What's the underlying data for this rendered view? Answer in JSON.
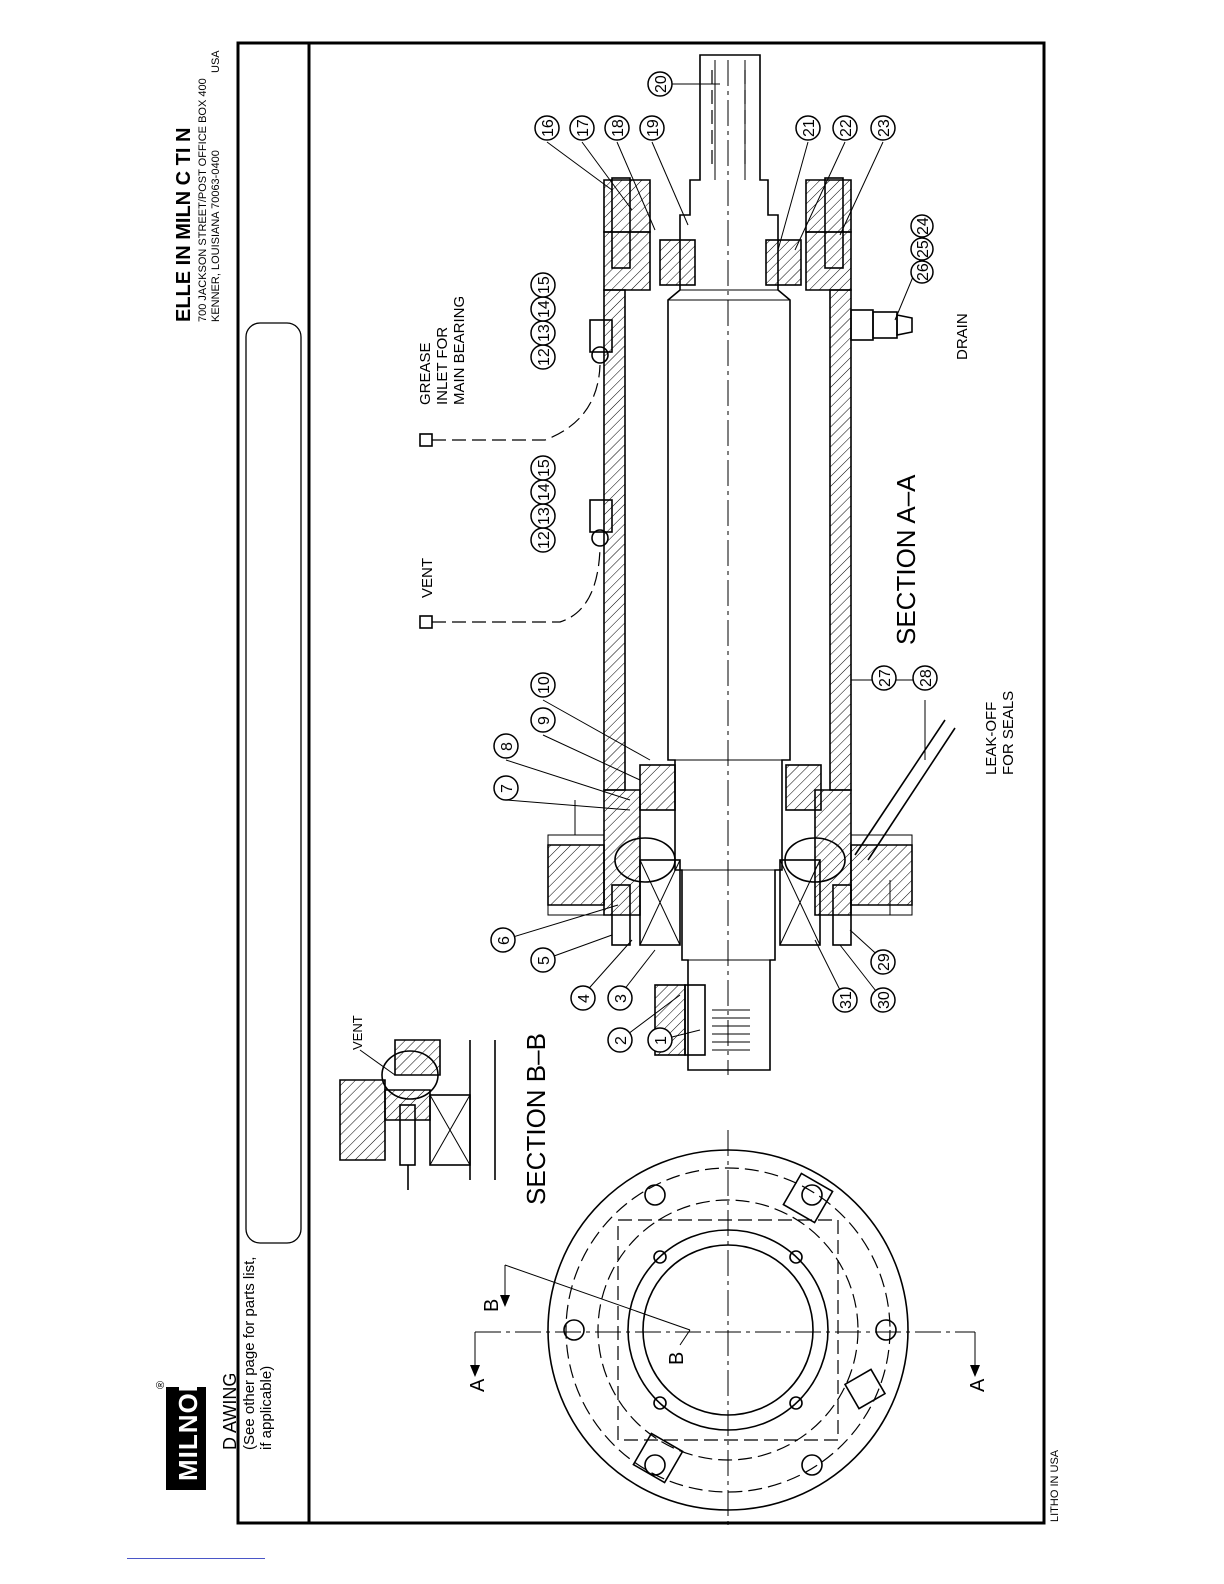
{
  "logo": {
    "text": "MILNOR",
    "registered": "®"
  },
  "title_block": {
    "company": "ELLE  IN MILN   C       TI  N",
    "address_line1": "700 JACKSON STREET/POST OFFICE BOX 400",
    "address_line2": "KENNER, LOUISIANA 70063-0400",
    "country": "USA",
    "drawing_label": "D AWING",
    "note_line1": "(See other page for parts list,",
    "note_line2": "if applicable)"
  },
  "drawing": {
    "section_aa": "SECTION  A–A",
    "section_bb": "SECTION  B–B",
    "label_vent": "VENT",
    "label_vent_bb": "VENT",
    "label_grease": [
      "GREASE",
      "INLET FOR",
      "MAIN BEARING"
    ],
    "label_drain": "DRAIN",
    "label_leakoff": [
      "LEAK-OFF",
      "FOR SEALS"
    ],
    "cut_a_top": "A",
    "cut_a_bottom": "A",
    "cut_b_top": "B",
    "cut_b_bottom": "B",
    "balloons_top": [
      "20",
      "16",
      "17",
      "18",
      "19",
      "21",
      "22",
      "23",
      "10",
      "9",
      "8",
      "7",
      "6",
      "5",
      "4",
      "3",
      "2",
      "1"
    ],
    "balloons_grease": [
      "12",
      "13",
      "14",
      "15"
    ],
    "balloons_vent": [
      "12",
      "13",
      "14",
      "15"
    ],
    "balloons_drain": [
      "26",
      "25",
      "24"
    ],
    "balloons_bottom": [
      "27",
      "28",
      "29",
      "30",
      "31"
    ]
  },
  "footer": {
    "litho": "LITHO IN USA"
  }
}
